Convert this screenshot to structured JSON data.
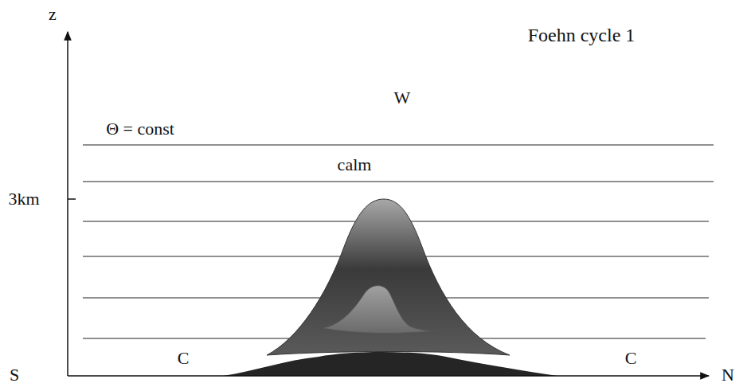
{
  "diagram": {
    "title": "Foehn cycle 1",
    "labels": [
      "z",
      "3km",
      "S",
      "N",
      "Θ = const",
      "W",
      "calm",
      "C",
      "C"
    ]
  }
}
